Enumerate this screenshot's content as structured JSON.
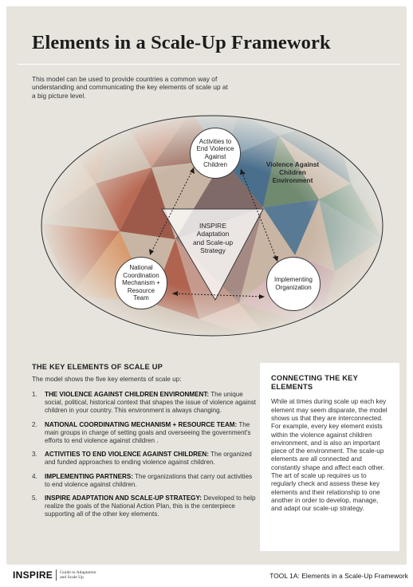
{
  "page": {
    "title": "Elements in a Scale-Up Framework",
    "intro": "This model can be used to provide countries a common way of understanding and communicating the key elements of scale up at a big picture level."
  },
  "diagram": {
    "outer_label": [
      "Violence Against",
      "Children",
      "Environment"
    ],
    "center_label": [
      "INSPIRE",
      "Adaptation",
      "and Scale-up",
      "Strategy"
    ],
    "node_top": [
      "Activities to",
      "End Violence",
      "Against",
      "Children"
    ],
    "node_left": [
      "National",
      "Coordination",
      "Mechanism +",
      "Resource",
      "Team"
    ],
    "node_right": [
      "Implementing",
      "Organization"
    ]
  },
  "key_elements": {
    "heading": "THE KEY ELEMENTS OF SCALE UP",
    "subheading": "The model shows the five key elements of scale up:",
    "items": [
      {
        "num": "1.",
        "head": "THE VIOLENCE AGAINST CHILDREN ENVIRONMENT:",
        "body": " The unique social, political, historical context that shapes the issue of violence against children in your country. This environment is always changing."
      },
      {
        "num": "2.",
        "head": "NATIONAL COORDINATING MECHANISM + RESOURCE TEAM:",
        "body": " The main groups in charge of setting goals and overseeing the government's efforts to end violence against children ."
      },
      {
        "num": "3.",
        "head": "ACTIVITIES TO END VIOLENCE AGAINST CHILDREN:",
        "body": " The organized and funded approaches to ending violence against children."
      },
      {
        "num": "4.",
        "head": "IMPLEMENTING PARTNERS:",
        "body": " The organizations that carry out activities to end violence against children."
      },
      {
        "num": "5.",
        "head": "INSPIRE ADAPTATION AND SCALE-UP STRATEGY:",
        "body": " Developed to help realize the goals of the National Action Plan, this is the centerpiece supporting all of the other key elements."
      }
    ]
  },
  "connecting": {
    "heading": "CONNECTING THE KEY ELEMENTS",
    "body": "While at times during scale up each key element may seem disparate, the model shows us that they are interconnected. For example, every key element exists within the violence against children environment, and is also an important piece of the environment. The scale-up elements are all connected and constantly shape and affect each other. The art of scale up requires us to regularly check and assess these key elements and their relationship to one another in order to develop, manage, and adapt our scale-up strategy."
  },
  "footer": {
    "brand": "INSPIRE",
    "brand_sub_1": "Guide to Adaptation",
    "brand_sub_2": "and Scale Up",
    "tool": "TOOL 1A:  Elements in a Scale-Up Framework"
  }
}
